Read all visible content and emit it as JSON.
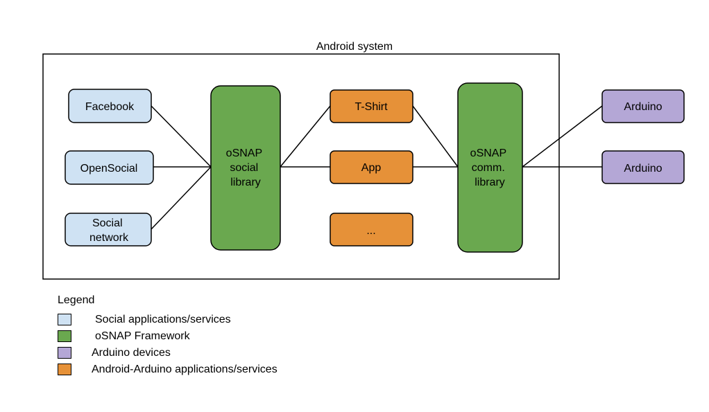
{
  "title": "Android system",
  "colors": {
    "social": "#cfe2f3",
    "framework": "#6aa84f",
    "arduino": "#b4a7d6",
    "app": "#e69138"
  },
  "nodes": {
    "facebook": [
      "Facebook"
    ],
    "opensocial": [
      "OpenSocial"
    ],
    "social_network": [
      "Social",
      "network"
    ],
    "osnap_social": [
      "oSNAP",
      "social",
      "library"
    ],
    "tshirt": [
      "T-Shirt"
    ],
    "app": [
      "App"
    ],
    "more": [
      "..."
    ],
    "osnap_comm": [
      "oSNAP",
      "comm.",
      "library"
    ],
    "arduino_1": [
      "Arduino"
    ],
    "arduino_2": [
      "Arduino"
    ]
  },
  "legend": {
    "title": "Legend",
    "items": [
      {
        "label": "Social applications/services",
        "color": "#cfe2f3"
      },
      {
        "label": "oSNAP Framework",
        "color": "#6aa84f"
      },
      {
        "label": "Arduino devices",
        "color": "#b4a7d6"
      },
      {
        "label": "Android-Arduino applications/services",
        "color": "#e69138"
      }
    ]
  }
}
